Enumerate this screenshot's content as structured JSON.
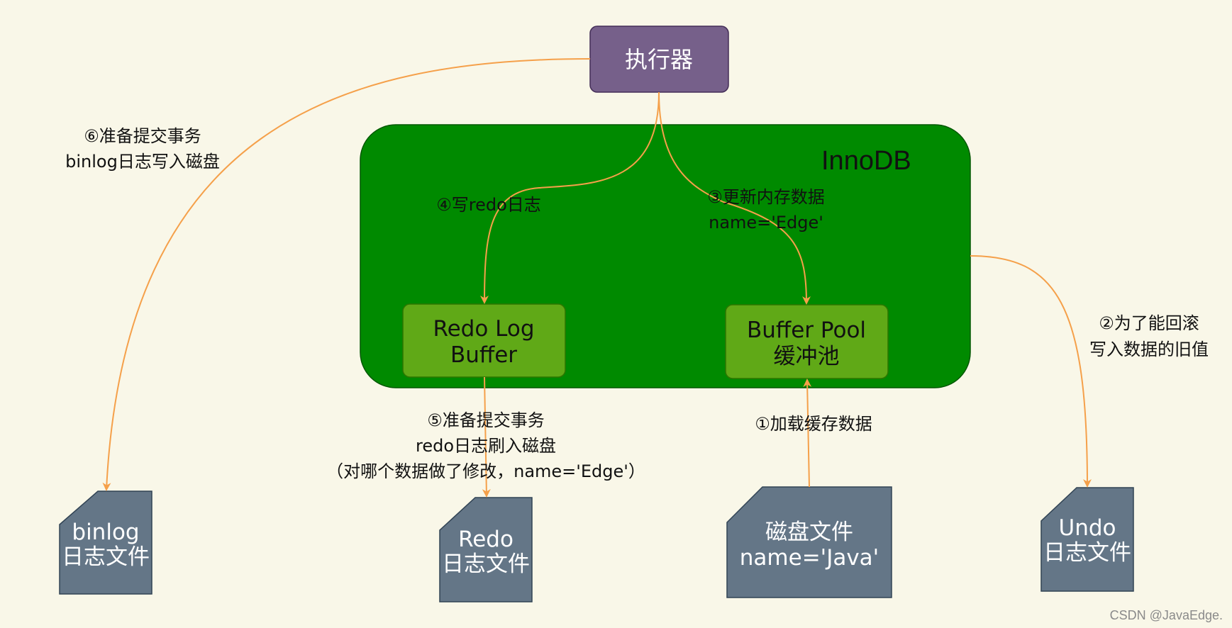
{
  "colors": {
    "background": "#f9f7e8",
    "executor_fill": "#76608a",
    "innodb_fill": "#008a00",
    "inner_box_fill": "#60a917",
    "file_fill": "#647687",
    "arrow": "#f5a04a"
  },
  "executor": {
    "label": "执行器"
  },
  "innodb": {
    "title": "InnoDB",
    "redo_log_buffer": {
      "line1": "Redo Log",
      "line2": "Buffer"
    },
    "buffer_pool": {
      "line1": "Buffer Pool",
      "line2": "缓冲池"
    }
  },
  "files": {
    "binlog": {
      "line1": "binlog",
      "line2": "日志文件"
    },
    "redo": {
      "line1": "Redo",
      "line2": "日志文件"
    },
    "disk": {
      "line1": "磁盘文件",
      "line2": "name='Java'"
    },
    "undo": {
      "line1": "Undo",
      "line2": "日志文件"
    }
  },
  "steps": {
    "step1": {
      "line1": "①加载缓存数据"
    },
    "step2": {
      "line1": "②为了能回滚",
      "line2": "写入数据的旧值"
    },
    "step3": {
      "line1": "③更新内存数据",
      "line2": "name='Edge'"
    },
    "step4": {
      "line1": "④写redo日志"
    },
    "step5": {
      "line1": "⑤准备提交事务",
      "line2": "redo日志刷入磁盘",
      "line3": "（对哪个数据做了修改，name='Edge'）"
    },
    "step6": {
      "line1": "⑥准备提交事务",
      "line2": "binlog日志写入磁盘"
    }
  },
  "watermark": "CSDN @JavaEdge."
}
